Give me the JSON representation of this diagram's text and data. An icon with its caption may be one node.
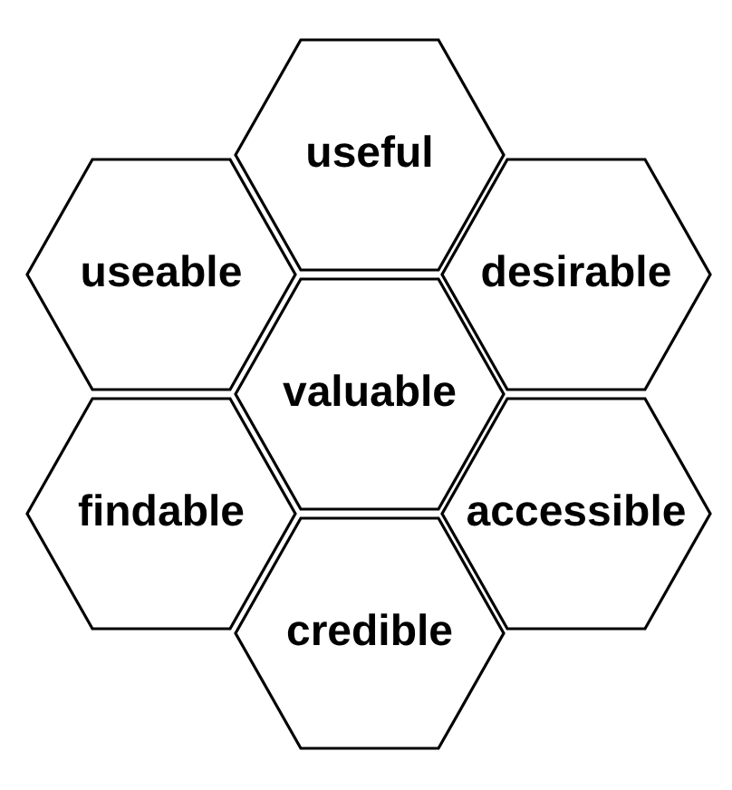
{
  "diagram": {
    "nodes": [
      {
        "text": [
          "useful"
        ]
      },
      {
        "text": [
          "useable"
        ]
      },
      {
        "text": [
          "desirable"
        ]
      },
      {
        "text": [
          "valuable"
        ]
      },
      {
        "text": [
          "findable"
        ]
      },
      {
        "text": [
          "accessible"
        ]
      },
      {
        "text": [
          "credible"
        ]
      }
    ]
  }
}
